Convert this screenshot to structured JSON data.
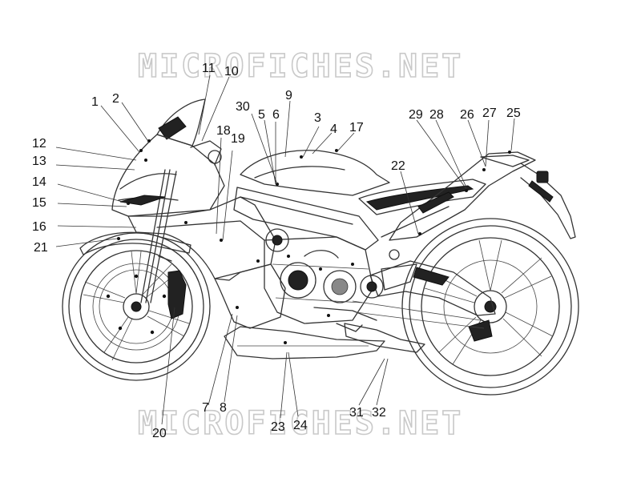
{
  "watermark": {
    "top": "MICROFICHES.NET",
    "bottom": "MICROFICHES.NET"
  },
  "callouts": [
    {
      "id": "c1",
      "text": "1"
    },
    {
      "id": "c2",
      "text": "2"
    },
    {
      "id": "c3",
      "text": "3"
    },
    {
      "id": "c4",
      "text": "4"
    },
    {
      "id": "c5",
      "text": "5"
    },
    {
      "id": "c6",
      "text": "6"
    },
    {
      "id": "c7",
      "text": "7"
    },
    {
      "id": "c8",
      "text": "8"
    },
    {
      "id": "c9",
      "text": "9"
    },
    {
      "id": "c10",
      "text": "10"
    },
    {
      "id": "c11",
      "text": "11"
    },
    {
      "id": "c12",
      "text": "12"
    },
    {
      "id": "c13",
      "text": "13"
    },
    {
      "id": "c14",
      "text": "14"
    },
    {
      "id": "c15",
      "text": "15"
    },
    {
      "id": "c16",
      "text": "16"
    },
    {
      "id": "c17",
      "text": "17"
    },
    {
      "id": "c18",
      "text": "18"
    },
    {
      "id": "c19",
      "text": "19"
    },
    {
      "id": "c20",
      "text": "20"
    },
    {
      "id": "c21",
      "text": "21"
    },
    {
      "id": "c22",
      "text": "22"
    },
    {
      "id": "c23",
      "text": "23"
    },
    {
      "id": "c24",
      "text": "24"
    },
    {
      "id": "c25",
      "text": "25"
    },
    {
      "id": "c26",
      "text": "26"
    },
    {
      "id": "c27",
      "text": "27"
    },
    {
      "id": "c28",
      "text": "28"
    },
    {
      "id": "c29",
      "text": "29"
    },
    {
      "id": "c30",
      "text": "30"
    },
    {
      "id": "c31",
      "text": "31"
    },
    {
      "id": "c32",
      "text": "32"
    }
  ]
}
